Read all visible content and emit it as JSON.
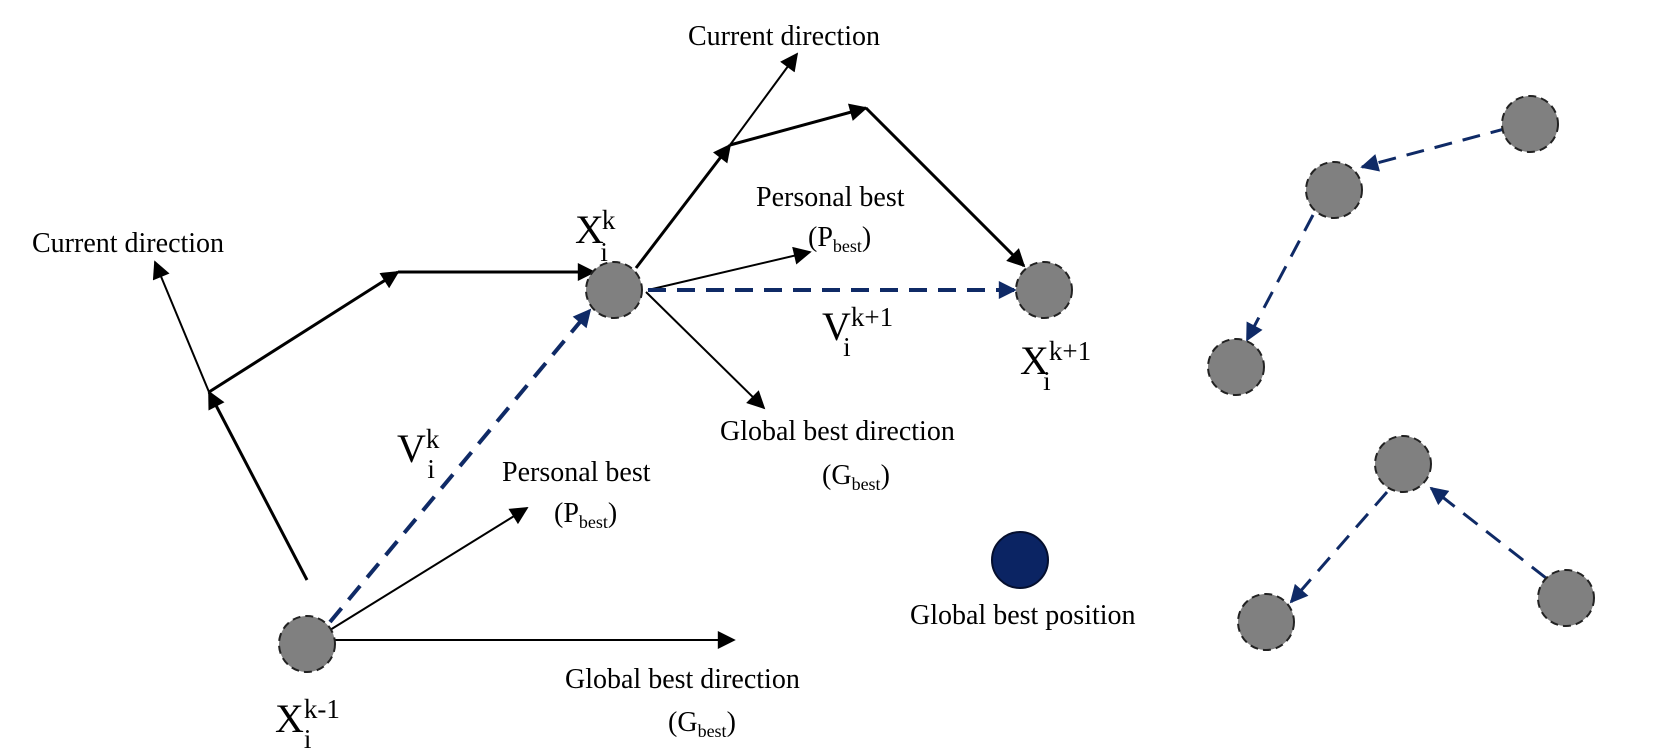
{
  "colors": {
    "particle_fill": "#808080",
    "global_best_fill": "#0b2463",
    "arrow_black": "#000000",
    "arrow_dashed": "#0f2a66"
  },
  "labels": {
    "current_direction": "Current direction",
    "personal_best": "Personal best",
    "global_best_direction": "Global best direction",
    "global_best_position": "Global best position",
    "p_letter": "P",
    "g_letter": "G",
    "best_sub": "best",
    "open_paren": "(",
    "close_paren": ")"
  },
  "symbols": {
    "x": "X",
    "v": "V",
    "i": "i",
    "k": "k",
    "k_minus_1": "k-1",
    "k_plus_1": "k+1"
  }
}
